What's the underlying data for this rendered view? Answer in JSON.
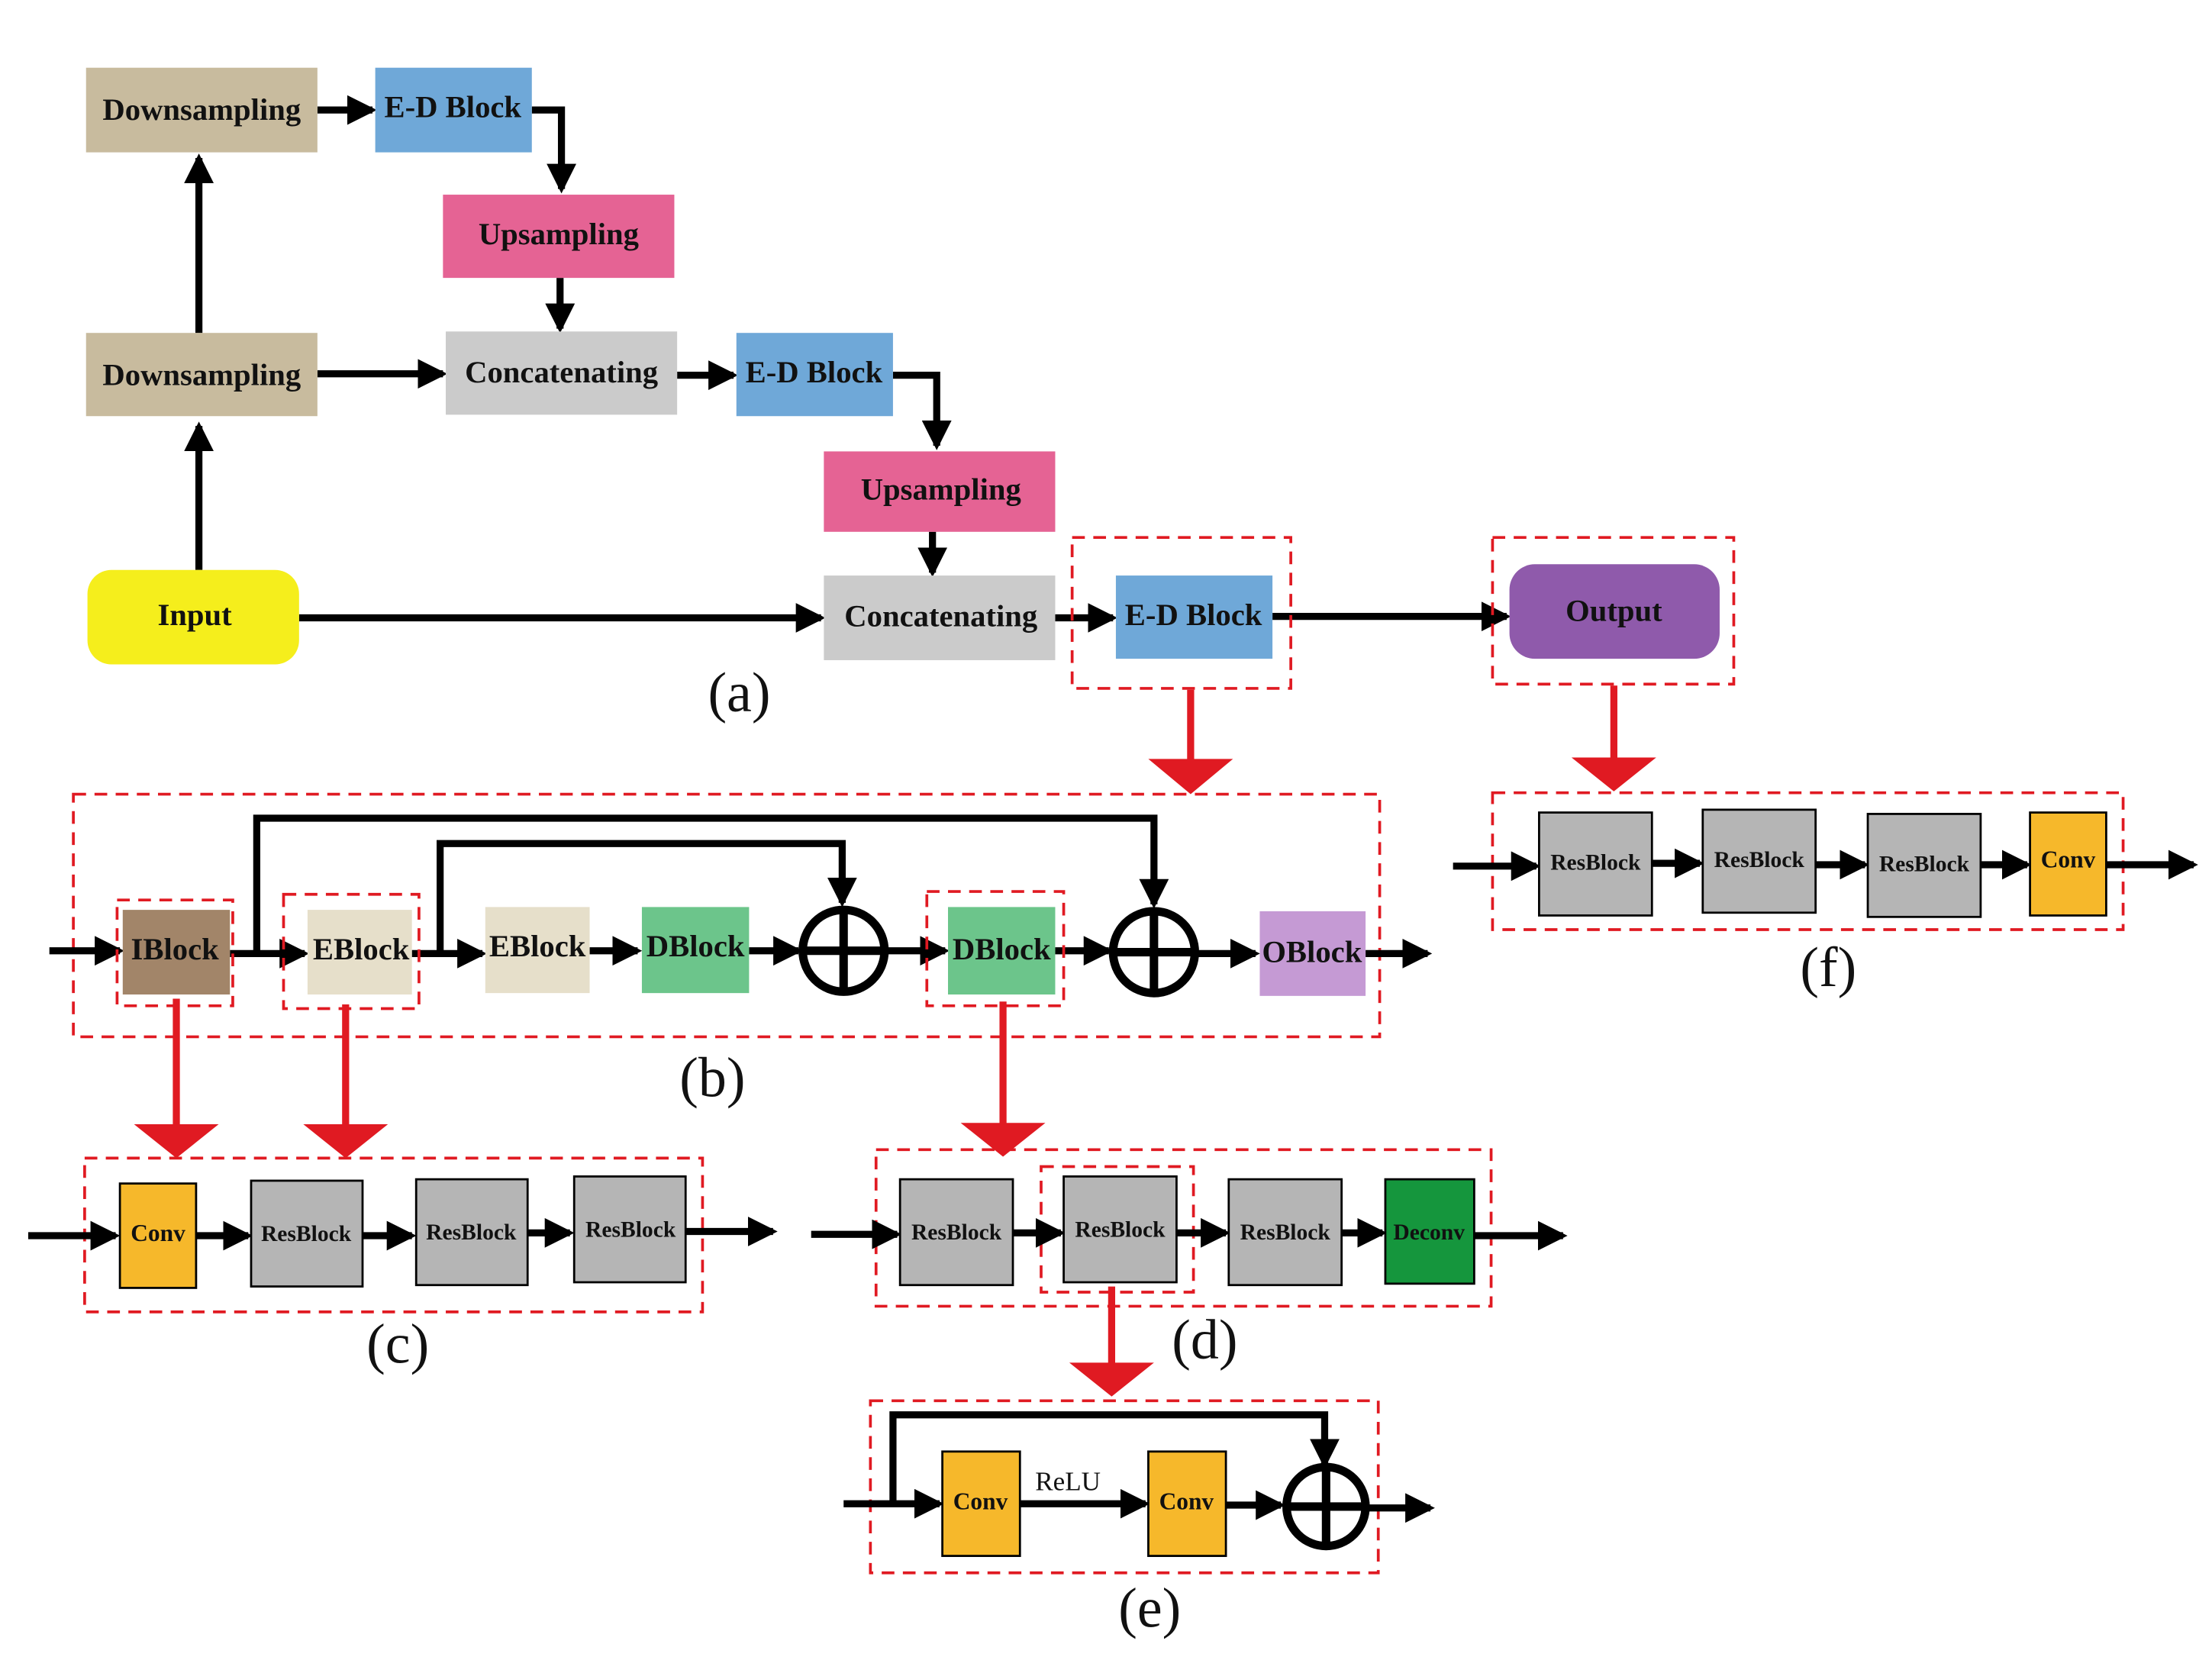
{
  "colors": {
    "downsampling": "#c8bb9e",
    "ed_block": "#6fa8d8",
    "upsampling": "#e56394",
    "concatenating": "#cbcbcb",
    "input": "#f5ee1c",
    "output": "#8f5aab",
    "iblock": "#a28569",
    "eblock": "#e6dfca",
    "dblock": "#6cc58b",
    "oblock": "#c59ad4",
    "conv": "#f6b82b",
    "resblock": "#b5b5b5",
    "deconv": "#15963d",
    "arrow": "#000000",
    "zoom_arrow": "#e01a22",
    "dashed_box": "#e01a22"
  },
  "panel_a": {
    "caption": "(a)",
    "downsampling_top": "Downsampling",
    "ed_block_top": "E-D Block",
    "upsampling_top": "Upsampling",
    "downsampling_mid": "Downsampling",
    "concatenating_mid": "Concatenating",
    "ed_block_mid": "E-D Block",
    "upsampling_mid": "Upsampling",
    "input": "Input",
    "concatenating_bottom": "Concatenating",
    "ed_block_bottom": "E-D Block",
    "output": "Output"
  },
  "panel_b": {
    "caption": "(b)",
    "iblock": "IBlock",
    "eblock_1": "EBlock",
    "eblock_2": "EBlock",
    "dblock_1": "DBlock",
    "dblock_2": "DBlock",
    "oblock": "OBlock"
  },
  "panel_c": {
    "caption": "(c)",
    "conv": "Conv",
    "resblock_1": "ResBlock",
    "resblock_2": "ResBlock",
    "resblock_3": "ResBlock"
  },
  "panel_d": {
    "caption": "(d)",
    "resblock_1": "ResBlock",
    "resblock_2": "ResBlock",
    "resblock_3": "ResBlock",
    "deconv": "Deconv"
  },
  "panel_e": {
    "caption": "(e)",
    "conv_1": "Conv",
    "relu": "ReLU",
    "conv_2": "Conv"
  },
  "panel_f": {
    "caption": "(f)",
    "resblock_1": "ResBlock",
    "resblock_2": "ResBlock",
    "resblock_3": "ResBlock",
    "conv": "Conv"
  }
}
